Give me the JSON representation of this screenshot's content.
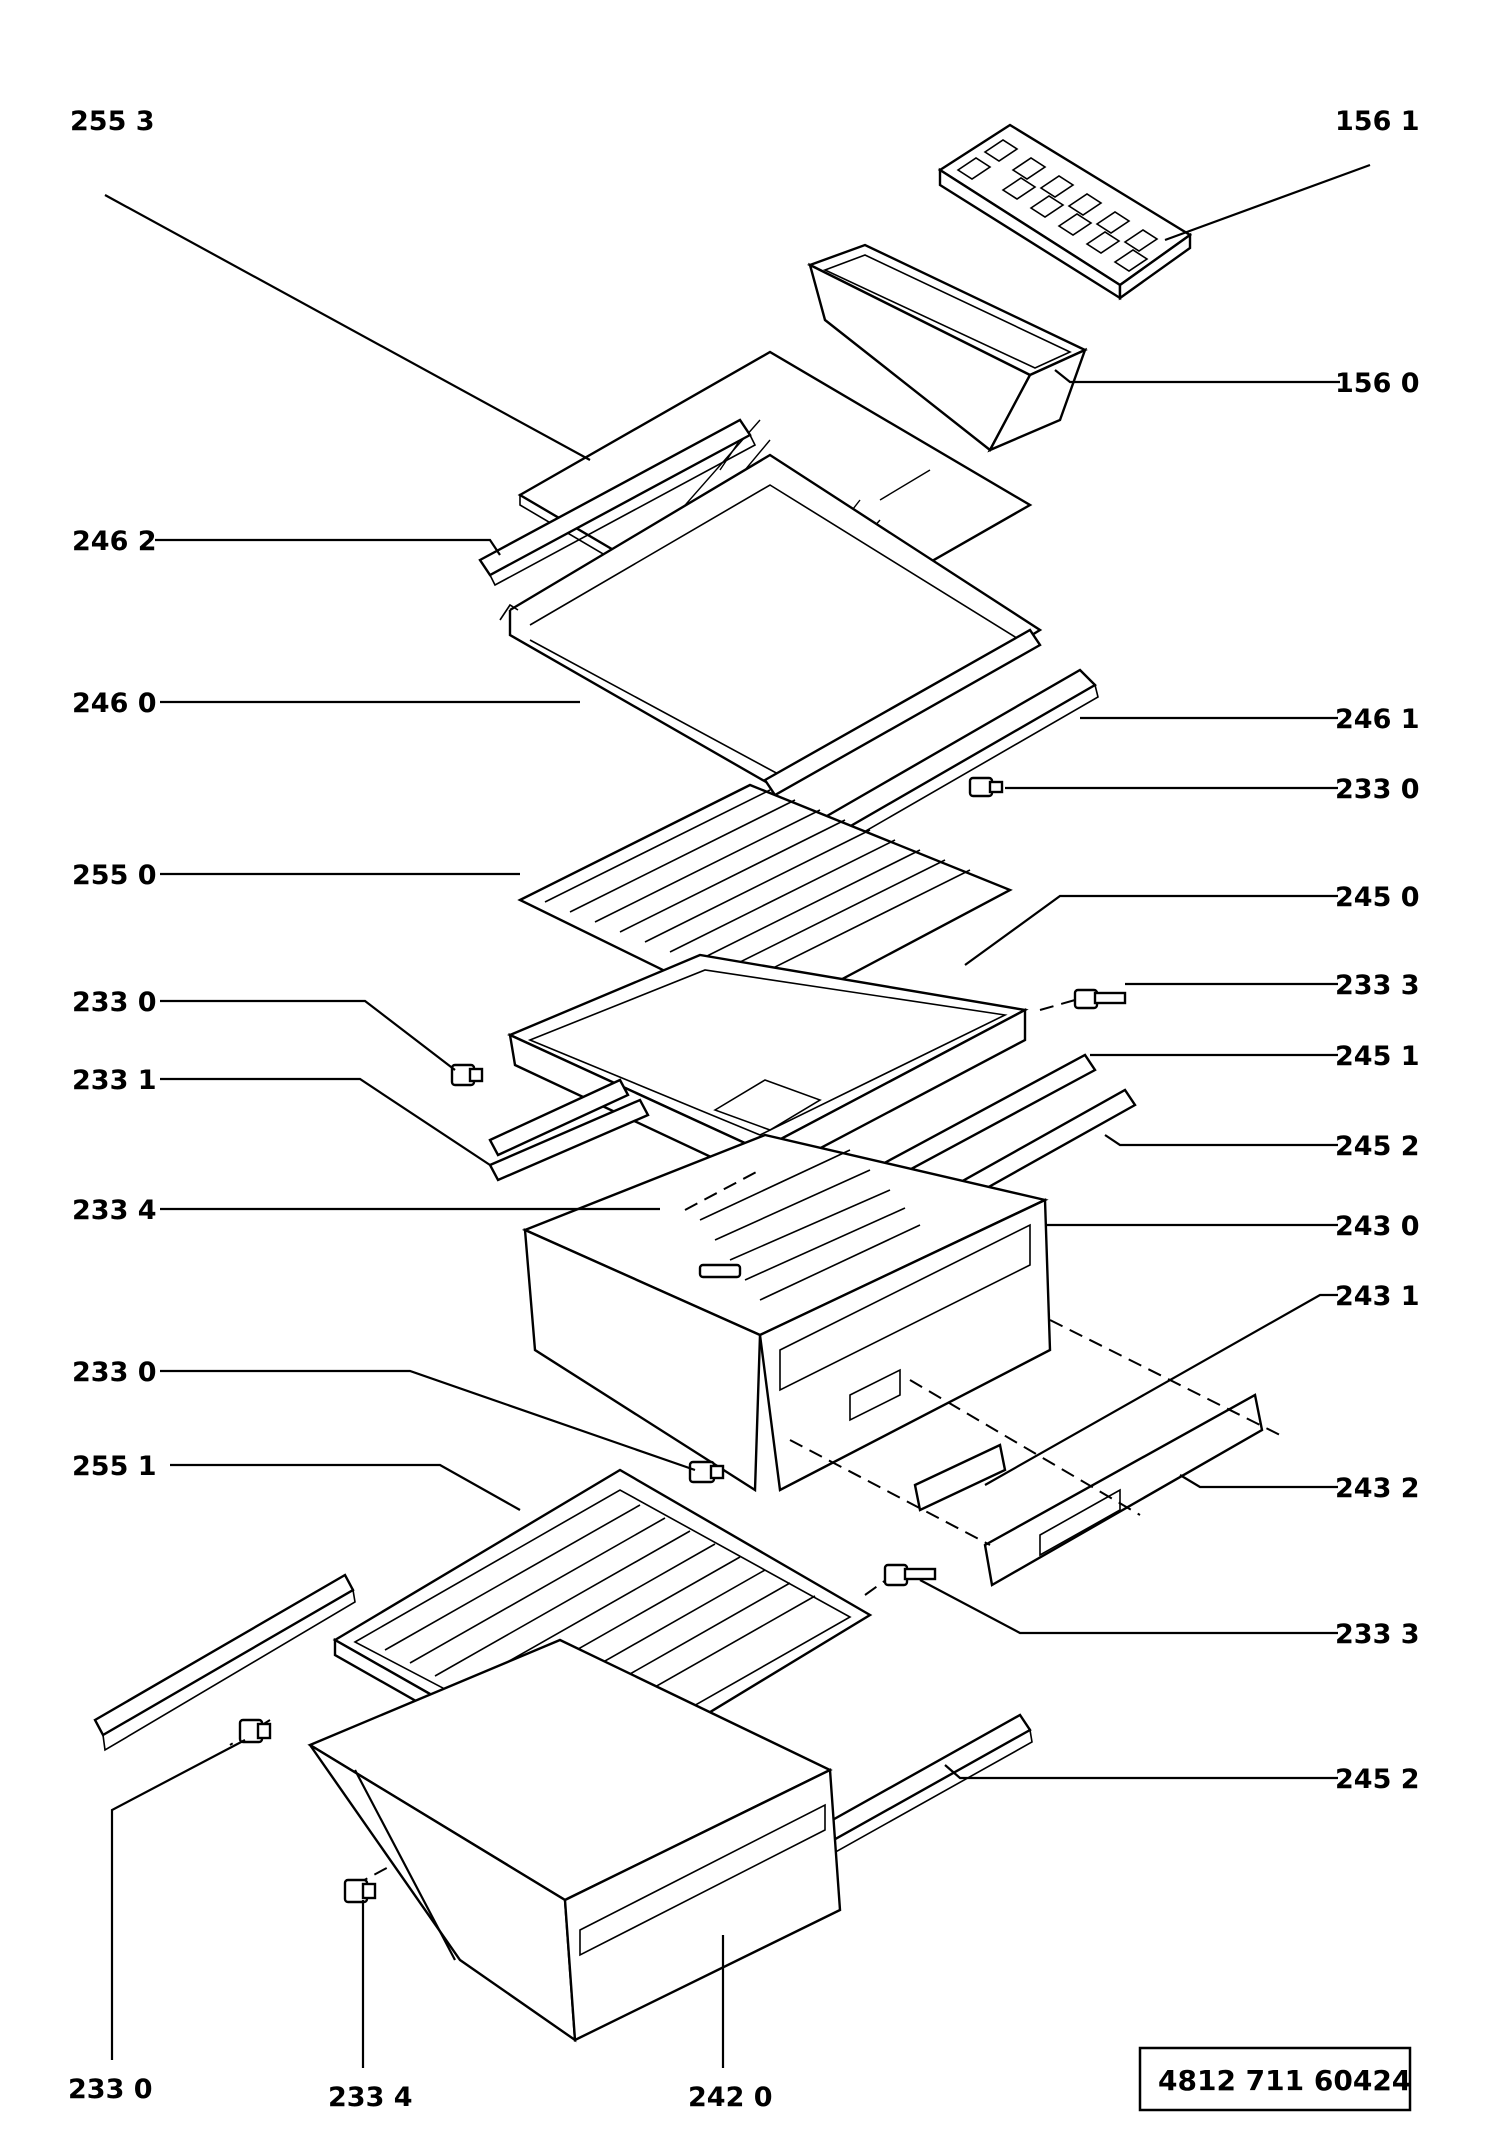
{
  "callouts": [
    {
      "id": "255_3_a",
      "text": "255 3"
    },
    {
      "id": "156_1",
      "text": "156 1"
    },
    {
      "id": "156_0",
      "text": "156 0"
    },
    {
      "id": "246_2",
      "text": "246 2"
    },
    {
      "id": "246_0",
      "text": "246 0"
    },
    {
      "id": "246_1",
      "text": "246 1"
    },
    {
      "id": "233_0_a",
      "text": "233 0"
    },
    {
      "id": "255_0",
      "text": "255 0"
    },
    {
      "id": "245_0",
      "text": "245 0"
    },
    {
      "id": "233_0_b",
      "text": "233 0"
    },
    {
      "id": "233_3_a",
      "text": "233 3"
    },
    {
      "id": "233_1",
      "text": "233 1"
    },
    {
      "id": "245_1",
      "text": "245 1"
    },
    {
      "id": "245_2_a",
      "text": "245 2"
    },
    {
      "id": "233_4_a",
      "text": "233 4"
    },
    {
      "id": "243_0",
      "text": "243 0"
    },
    {
      "id": "243_1",
      "text": "243 1"
    },
    {
      "id": "233_0_c",
      "text": "233 0"
    },
    {
      "id": "255_1",
      "text": "255 1"
    },
    {
      "id": "243_2",
      "text": "243 2"
    },
    {
      "id": "233_3_b",
      "text": "233 3"
    },
    {
      "id": "245_2_b",
      "text": "245 2"
    },
    {
      "id": "233_0_d",
      "text": "233 0"
    },
    {
      "id": "233_4_b",
      "text": "233 4"
    },
    {
      "id": "242_0",
      "text": "242 0"
    }
  ],
  "document_code": "4812 711 60424"
}
